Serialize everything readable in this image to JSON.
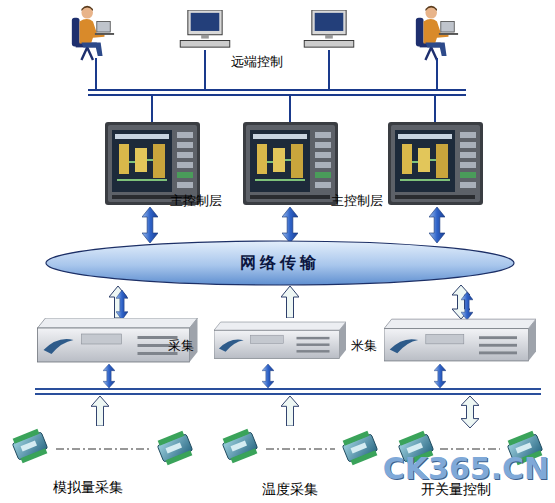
{
  "diagram": {
    "nodes": [
      {
        "text": [
          "网络传输"
        ]
      }
    ],
    "labels": [
      "远端控制",
      "主控制层",
      "主控制层",
      "采集",
      "米集",
      "模拟量采集",
      "温度采集",
      "开关量控制",
      "CK365.CN"
    ]
  }
}
